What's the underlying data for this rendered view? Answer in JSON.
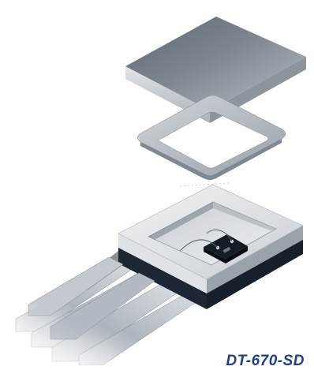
{
  "figure": {
    "part_label": "DT-670-SD",
    "components": [
      {
        "name": "lid",
        "icon": "lid-plate-icon"
      },
      {
        "name": "seal-ring",
        "icon": "seal-ring-icon"
      },
      {
        "name": "ceramic-package",
        "icon": "package-body-icon"
      },
      {
        "name": "sensor-chip",
        "icon": "chip-die-icon"
      },
      {
        "name": "leads",
        "icon": "lead-pins-icon"
      }
    ]
  },
  "colors": {
    "lid_top": "#6f7780",
    "package_body": "#e4e7ea",
    "package_side_dark": "#1d2733",
    "chip": "#141c24",
    "seal_ring": "#b6bcc2",
    "leads": "#a6adb4",
    "label": "#1f3f8a"
  }
}
